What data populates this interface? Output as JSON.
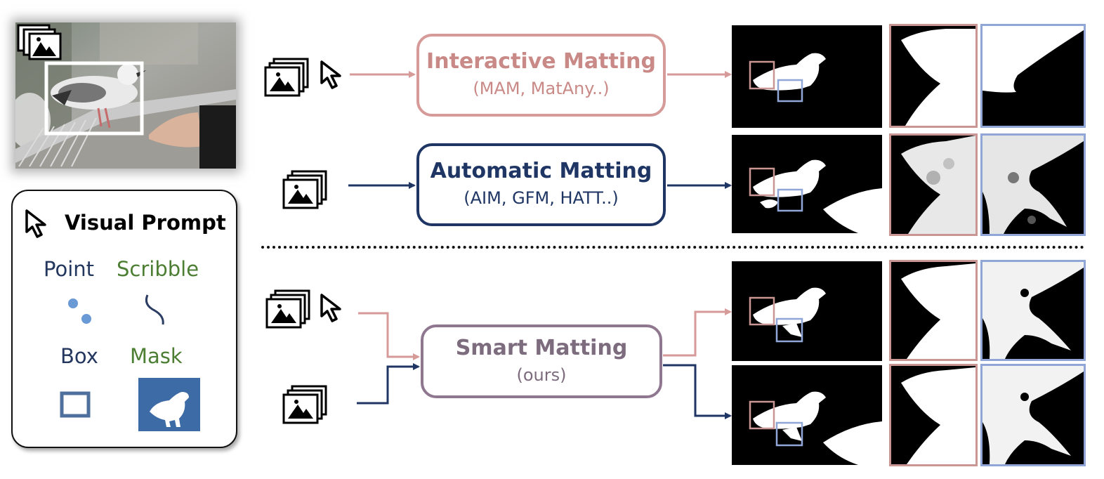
{
  "legend": {
    "title": "Visual Prompt",
    "items": [
      {
        "label": "Point",
        "color": "#24375f"
      },
      {
        "label": "Scribble",
        "color": "#4c7e33"
      },
      {
        "label": "Box",
        "color": "#24375f"
      },
      {
        "label": "Mask",
        "color": "#4c7e33"
      }
    ]
  },
  "methods": {
    "interactive": {
      "title": "Interactive Matting",
      "examples": "(MAM, MatAny..)",
      "color": "#d69a98"
    },
    "automatic": {
      "title": "Automatic Matting",
      "examples": "(AIM, GFM, HATT..)",
      "color": "#1f3664"
    },
    "smart": {
      "title": "Smart Matting",
      "examples": "(ours)",
      "color": "#8f7790"
    }
  },
  "icons": [
    "image-stack-icon",
    "cursor-icon",
    "dot-point-icon",
    "scribble-icon",
    "box-prompt-icon",
    "mask-prompt-icon"
  ],
  "colors": {
    "interactive_arrow": "#d69a98",
    "automatic_arrow": "#1f3664",
    "crop_frame_pink": "#c99694",
    "crop_frame_blue": "#8fa6d6",
    "mask_tile": "#3d6ba5"
  }
}
